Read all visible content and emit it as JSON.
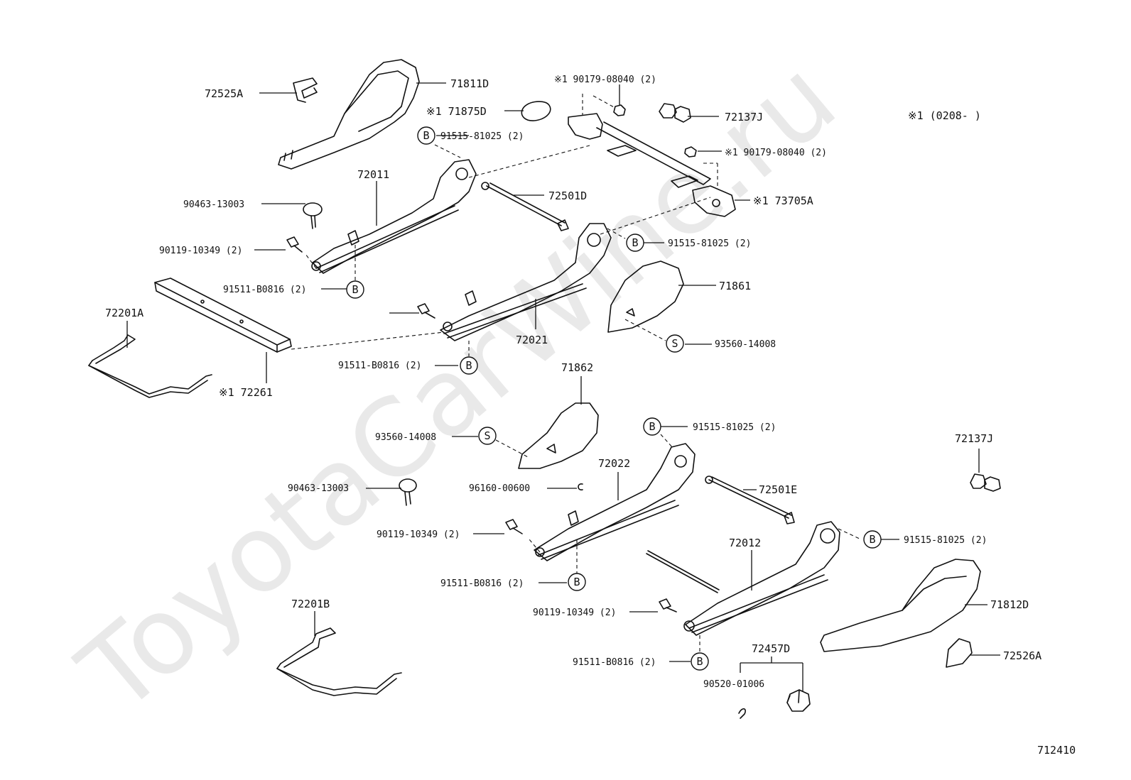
{
  "watermark": "ToyotaCarWine.ru",
  "diagram_number": "712410",
  "note": "※1 (0208-        )",
  "labels": {
    "p72525A": "72525A",
    "p71811D": "71811D",
    "p71875D": "※1 71875D",
    "p90179a": "※1 90179-08040 (2)",
    "p72137J_top": "72137J",
    "p91515_a": "91515-81025 (2)",
    "p90179b": "※1 90179-08040 (2)",
    "p72011": "72011",
    "p72501D": "72501D",
    "p73705A": "※1 73705A",
    "p90463_a": "90463-13003",
    "p90119_a": "90119-10349 (2)",
    "p91515_b": "91515-81025 (2)",
    "p91511_a": "91511-B0816 (2)",
    "p71861": "71861",
    "p72201A": "72201A",
    "p72021": "72021",
    "p93560_a": "93560-14008",
    "p91511_b": "91511-B0816 (2)",
    "p72261": "※1 72261",
    "p71862": "71862",
    "p91515_c": "91515-81025 (2)",
    "p93560_b": "93560-14008",
    "p72137J_right": "72137J",
    "p72022": "72022",
    "p90463_b": "90463-13003",
    "p96160": "96160-00600",
    "p72501E": "72501E",
    "p90119_b": "90119-10349 (2)",
    "p91515_d": "91515-81025 (2)",
    "p72012": "72012",
    "p91511_c": "91511-B0816 (2)",
    "p71812D": "71812D",
    "p90119_c": "90119-10349 (2)",
    "p72201B": "72201B",
    "p72457D": "72457D",
    "p91511_d": "91511-B0816 (2)",
    "p72526A": "72526A",
    "p90520": "90520-01006"
  },
  "badges": {
    "bolt": "B",
    "screw": "S"
  }
}
